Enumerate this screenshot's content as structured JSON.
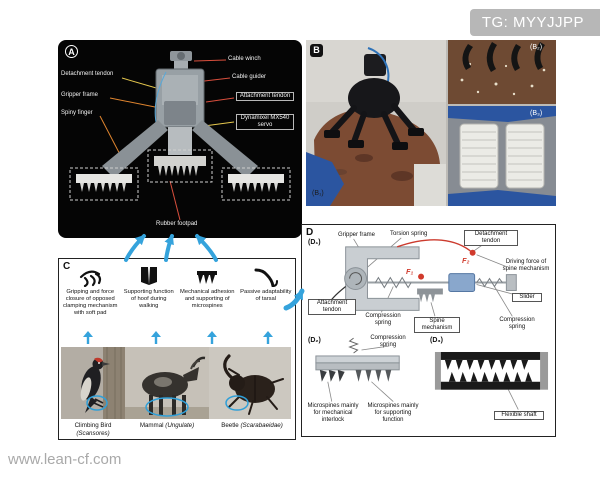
{
  "watermarks": {
    "tg": "TG: MYYJJPP",
    "site": "www.lean-cf.com"
  },
  "colors": {
    "arrow_blue": "#35a3dc",
    "force_red": "#d03a2c",
    "leader_red": "#d94f3d",
    "leader_yellow": "#e6c84e",
    "panel_a_bg": "#050505"
  },
  "panel_a": {
    "label": "A",
    "callouts": {
      "detachment_tendon": "Detachment tendon",
      "gripper_frame": "Gripper frame",
      "spiny_finger": "Spiny finger",
      "cable_winch": "Cable winch",
      "cable_guider": "Cable guider",
      "attachment_tendon": "Attachment tendon",
      "servo": "Dynamixel MX540 servo",
      "rubber_footpad": "Rubber footpad"
    }
  },
  "panel_b": {
    "label": "B",
    "sub_b1": "(B₁)",
    "sub_b2": "(B₂)",
    "sub_b3": "(B₃)"
  },
  "panel_c": {
    "label": "C",
    "features": [
      {
        "icon": "bird-claw-icon",
        "text": "Gripping and force closure of opposed clamping mechanism with soft pad"
      },
      {
        "icon": "hoof-icon",
        "text": "Supporting function of hoof during walking"
      },
      {
        "icon": "microspines-icon",
        "text": "Mechanical adhesion and supporting of microspines"
      },
      {
        "icon": "tarsal-icon",
        "text": "Passive adaptability of tarsal"
      }
    ],
    "animals": [
      {
        "name": "Climbing Bird",
        "taxon": "(Scansores)"
      },
      {
        "name": "Mammal",
        "taxon": "(Ungulate)"
      },
      {
        "name": "Beetle",
        "taxon": "(Scarabaeidae)"
      }
    ]
  },
  "panel_d": {
    "label": "D",
    "d1": {
      "label": "(D₁)",
      "gripper_frame": "Gripper frame",
      "torsion_spring": "Torsion spring",
      "detachment_tendon": "Detachment tendon",
      "f2": "F₂",
      "driving_force": "Driving force of spine mechanism",
      "f1": "F₁",
      "slider": "Slider",
      "attachment_tendon": "Attachment tendon",
      "compression_spring_left": "Compression spring",
      "spine_mechanism": "Spine mechanism",
      "compression_spring_right": "Compression spring"
    },
    "d2": {
      "label": "(D₂)",
      "compression_spring": "Compression spring",
      "microspines_interlock": "Microspines mainly for mechanical interlock",
      "microspines_support": "Microspines mainly for supporting function"
    },
    "d3": {
      "label": "(D₃)",
      "flexible_shaft": "Flexible shaft"
    }
  }
}
